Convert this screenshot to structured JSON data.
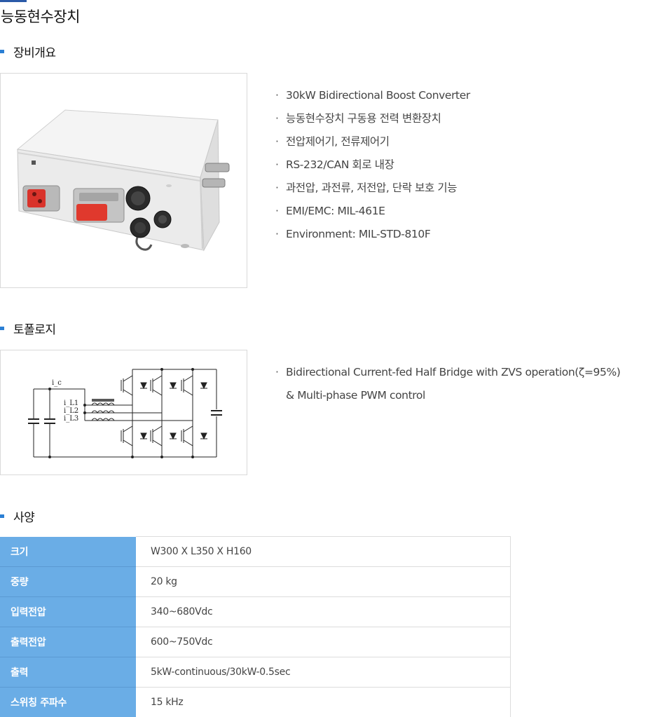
{
  "page": {
    "title": "능동현수장치"
  },
  "overview": {
    "heading": "장비개요",
    "features": [
      "30kW Bidirectional Boost Converter",
      "능동현수장치 구동용 전력 변환장치",
      "전압제어기, 전류제어기",
      "RS-232/CAN 회로 내장",
      "과전압, 과전류, 저전압, 단락 보호 기능",
      "EMI/EMC: MIL-461E",
      "Environment: MIL-STD-810F"
    ],
    "bullet": "·"
  },
  "topology": {
    "heading": "토폴로지",
    "diagram_labels": {
      "ic": "i_c",
      "il1": "i_L1",
      "il2": "i_L2",
      "il3": "i_L3"
    },
    "description": [
      "Bidirectional Current-fed Half Bridge with ZVS operation(ζ=95%)",
      "& Multi-phase PWM control"
    ],
    "bullet": "·"
  },
  "specs": {
    "heading": "사양",
    "rows": [
      {
        "key": "크기",
        "value": "W300 X L350 X H160"
      },
      {
        "key": "중량",
        "value": "20 kg"
      },
      {
        "key": "입력전압",
        "value": "340~680Vdc"
      },
      {
        "key": "출력전압",
        "value": "600~750Vdc"
      },
      {
        "key": "출력",
        "value": "5kW-continuous/30kW-0.5sec"
      },
      {
        "key": "스위칭 주파수",
        "value": "15 kHz"
      }
    ]
  },
  "colors": {
    "accent": "#2b7fd4",
    "table_header": "#6aade6",
    "connector_red": "#d9332b"
  }
}
